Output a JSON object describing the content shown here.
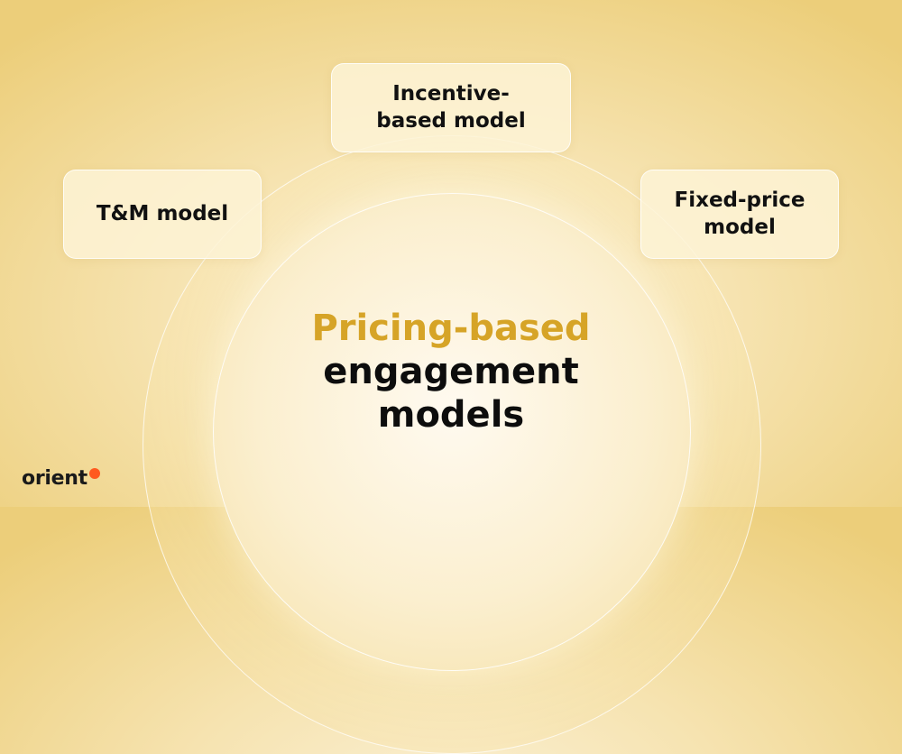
{
  "diagram": {
    "center_title_accent": "Pricing-based",
    "center_title_line2": "engagement",
    "center_title_line3": "models",
    "nodes": {
      "incentive": "Incentive-based model",
      "tm": "T&M model",
      "fixed": "Fixed-price model"
    }
  },
  "brand": {
    "logo_text": "orient",
    "logo_dot_color": "#ff5a1f"
  },
  "colors": {
    "accent": "#d6a427",
    "text": "#111111",
    "background": "#f6e3b0"
  }
}
